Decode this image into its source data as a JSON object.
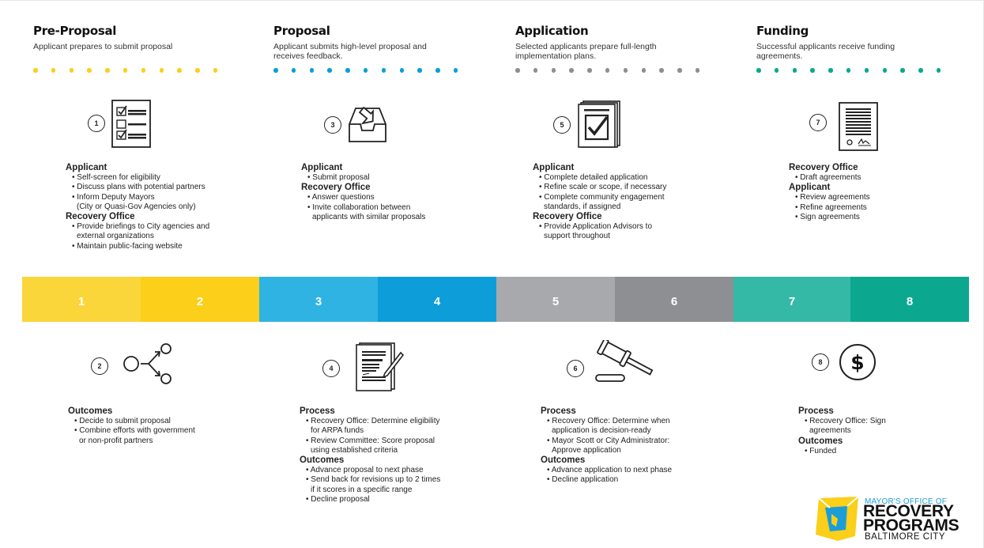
{
  "colors": {
    "yellow_light": "#fad63a",
    "yellow": "#fbcf1a",
    "blue_light": "#2fb3e3",
    "blue": "#0d9ed9",
    "gray_light": "#a7a9ac",
    "gray": "#8d8f92",
    "teal_light": "#34b9a6",
    "teal": "#0ba88f",
    "logo_blue": "#1b9ed8"
  },
  "phases": [
    {
      "title": "Pre-Proposal",
      "desc_lines": [
        "Applicant prepares to submit proposal"
      ]
    },
    {
      "title": "Proposal",
      "desc_lines": [
        "Applicant submits high-level proposal and",
        "receives feedback."
      ]
    },
    {
      "title": "Application",
      "desc_lines": [
        "Selected applicants prepare full-length",
        "implementation plans."
      ]
    },
    {
      "title": "Funding",
      "desc_lines": [
        "Successful applicants receive funding",
        "agreements."
      ]
    }
  ],
  "steps": {
    "s1": "1",
    "s2": "2",
    "s3": "3",
    "s4": "4",
    "s5": "5",
    "s6": "6",
    "s7": "7",
    "s8": "8"
  },
  "step1": {
    "h1": "Applicant",
    "i1": "Self-screen for eligibility",
    "i2": "Discuss plans with potential partners",
    "i3": "Inform Deputy Mayors",
    "i3b": "(City or Quasi-Gov Agencies only)",
    "h2": "Recovery Office",
    "i4": "Provide briefings to City agencies and",
    "i4b": "external organizations",
    "i5": "Maintain public-facing website"
  },
  "step3": {
    "h1": "Applicant",
    "i1": "Submit proposal",
    "h2": "Recovery Office",
    "i2": "Answer questions",
    "i3": "Invite collaboration between",
    "i3b": "applicants with similar proposals"
  },
  "step5": {
    "h1": "Applicant",
    "i1": "Complete detailed application",
    "i2": "Refine scale or scope, if necessary",
    "i3": "Complete community engagement",
    "i3b": "standards, if assigned",
    "h2": "Recovery Office",
    "i4": "Provide Application Advisors to",
    "i4b": "support throughout"
  },
  "step7": {
    "h1": "Recovery Office",
    "i1": "Draft agreements",
    "h2": "Applicant",
    "i2": "Review agreements",
    "i3": "Refine agreements",
    "i4": "Sign agreements"
  },
  "step2": {
    "h1": "Outcomes",
    "i1": "Decide to submit proposal",
    "i2": "Combine efforts with government",
    "i2b": "or non-profit partners"
  },
  "step4": {
    "h1": "Process",
    "i1": "Recovery Office: Determine eligibility",
    "i1b": "for ARPA funds",
    "i2": "Review Committee: Score proposal",
    "i2b": "using established criteria",
    "h2": "Outcomes",
    "i3": "Advance proposal to next phase",
    "i4": "Send back for revisions up to 2 times",
    "i4b": "if it scores in a specific range",
    "i5": "Decline proposal"
  },
  "step6": {
    "h1": "Process",
    "i1": "Recovery Office: Determine when",
    "i1b": "application is decision-ready",
    "i2": "Mayor Scott or City Administrator:",
    "i2b": "Approve application",
    "h2": "Outcomes",
    "i3": "Advance application to next phase",
    "i4": "Decline application"
  },
  "step8": {
    "h1": "Process",
    "i1": "Recovery Office: Sign",
    "i1b": "agreements",
    "h2": "Outcomes",
    "i2": "Funded"
  },
  "icons": [
    "checklist-icon",
    "inbox-tray-icon",
    "checked-document-icon",
    "signed-agreement-icon",
    "branching-icon",
    "document-pen-icon",
    "gavel-icon",
    "dollar-icon"
  ],
  "logo": {
    "line1": "MAYOR'S OFFICE OF",
    "line2": "RECOVERY",
    "line3": "PROGRAMS",
    "line4": "BALTIMORE CITY"
  }
}
